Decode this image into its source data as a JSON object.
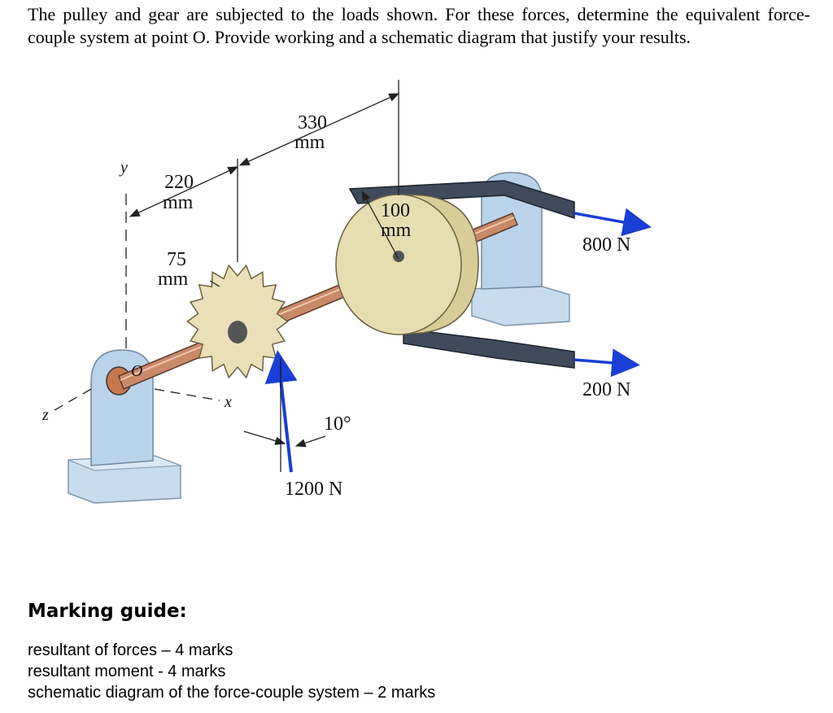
{
  "question": {
    "text": "The pulley and gear are subjected to the loads shown. For these forces, determine the equivalent force-couple system at point O. Provide working and a schematic diagram that justify your results."
  },
  "figure": {
    "dim_330": "330",
    "dim_330_unit": "mm",
    "dim_220": "220",
    "dim_220_unit": "mm",
    "dim_75": "75",
    "dim_75_unit": "mm",
    "dim_100": "100",
    "dim_100_unit": "mm",
    "force_800": "800 N",
    "force_200": "200 N",
    "force_1200": "1200 N",
    "angle": "10°",
    "point_o": "O",
    "axis_x": "x",
    "axis_y": "y",
    "axis_z": "z",
    "colors": {
      "force_arrow": "#1a3fd6",
      "belt": "#3f4a5c",
      "pulley": "#e6ddb0",
      "gear": "#eadfb8",
      "shaft": "#c98a6a",
      "bearing": "#b9d3ea"
    }
  },
  "guide": {
    "title": "Marking guide:",
    "items": [
      "resultant of forces – 4 marks",
      "resultant moment - 4 marks",
      "schematic diagram of the force-couple system – 2 marks"
    ]
  }
}
